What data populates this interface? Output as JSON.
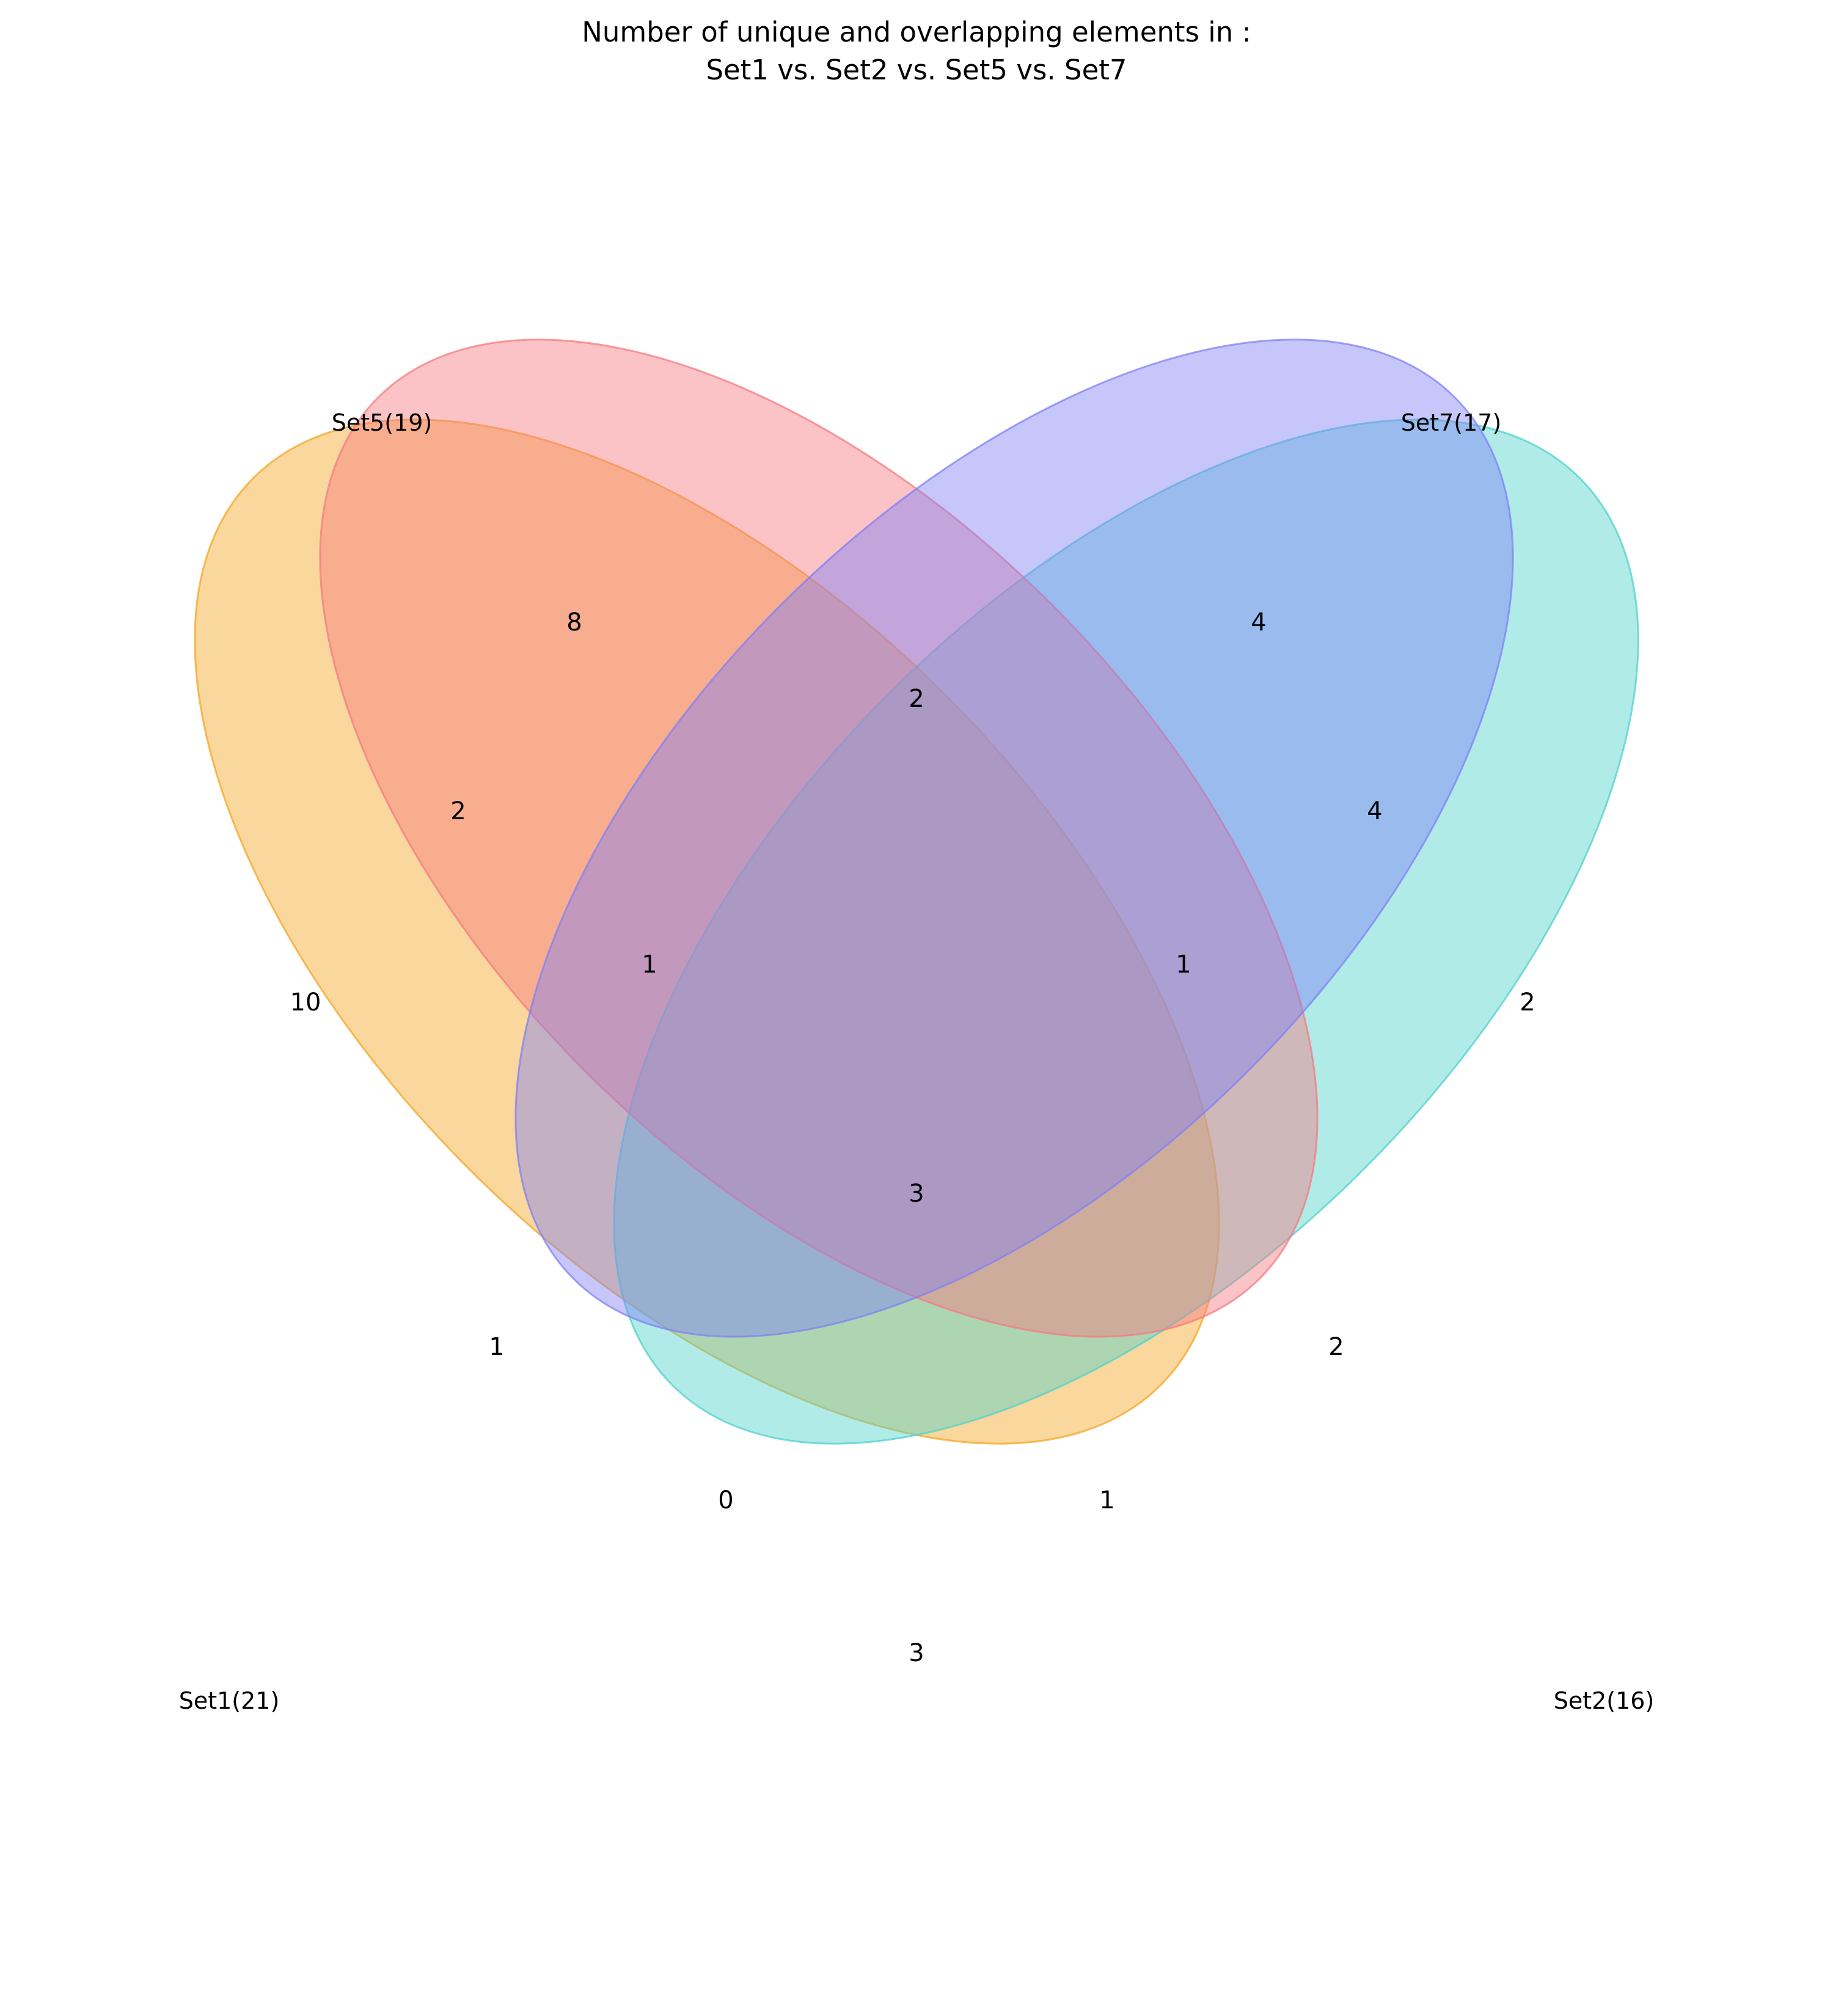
{
  "chart_data": {
    "type": "venn",
    "title": [
      "Number of unique and overlapping elements in :",
      "Set1 vs. Set2 vs. Set5 vs. Set7"
    ],
    "sets": [
      {
        "name": "Set1",
        "size": 21,
        "label": "Set1(21)",
        "color": "#f5a623"
      },
      {
        "name": "Set2",
        "size": 16,
        "label": "Set2(16)",
        "color": "#50d2cc"
      },
      {
        "name": "Set5",
        "size": 19,
        "label": "Set5(19)",
        "color": "#f77a80"
      },
      {
        "name": "Set7",
        "size": 17,
        "label": "Set7(17)",
        "color": "#8080f5"
      }
    ],
    "regions": [
      {
        "sets": [
          "Set5"
        ],
        "count": 8
      },
      {
        "sets": [
          "Set7"
        ],
        "count": 4
      },
      {
        "sets": [
          "Set5",
          "Set7"
        ],
        "count": 2
      },
      {
        "sets": [
          "Set1",
          "Set5"
        ],
        "count": 2
      },
      {
        "sets": [
          "Set2",
          "Set7"
        ],
        "count": 4
      },
      {
        "sets": [
          "Set1",
          "Set5",
          "Set7"
        ],
        "count": 1
      },
      {
        "sets": [
          "Set2",
          "Set5",
          "Set7"
        ],
        "count": 1
      },
      {
        "sets": [
          "Set1"
        ],
        "count": 10
      },
      {
        "sets": [
          "Set2"
        ],
        "count": 2
      },
      {
        "sets": [
          "Set1",
          "Set2",
          "Set5",
          "Set7"
        ],
        "count": 3
      },
      {
        "sets": [
          "Set1",
          "Set7"
        ],
        "count": 1
      },
      {
        "sets": [
          "Set2",
          "Set5"
        ],
        "count": 2
      },
      {
        "sets": [
          "Set1",
          "Set2",
          "Set7"
        ],
        "count": 0
      },
      {
        "sets": [
          "Set1",
          "Set2",
          "Set5"
        ],
        "count": 1
      },
      {
        "sets": [
          "Set1",
          "Set2"
        ],
        "count": 3
      }
    ]
  }
}
